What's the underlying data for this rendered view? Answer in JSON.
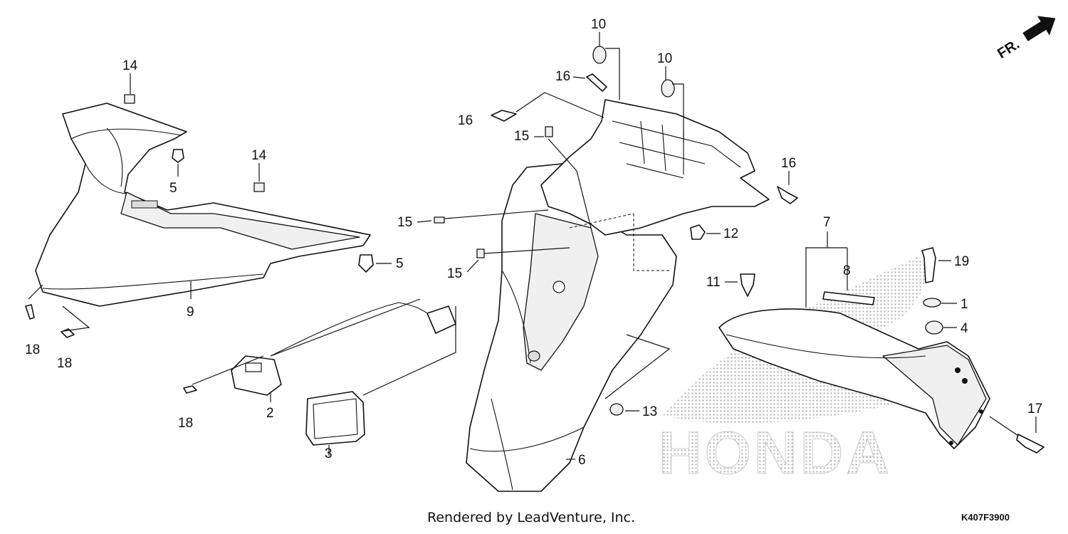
{
  "diagram": {
    "orientation_label": "FR.",
    "watermark": "HONDA",
    "footer_credit": "Rendered by LeadVenture, Inc.",
    "figure_code": "K407F3900",
    "parts": [
      {
        "id": "p9",
        "label": "9",
        "name": "rear-cowl"
      },
      {
        "id": "p6",
        "label": "6",
        "name": "rear-fender"
      },
      {
        "id": "p7",
        "label": "7",
        "name": "rear-inner-fender"
      },
      {
        "id": "p8",
        "label": "8",
        "name": "fender-seal"
      },
      {
        "id": "p2",
        "label": "2",
        "name": "license-light"
      },
      {
        "id": "p3",
        "label": "3",
        "name": "reflector"
      },
      {
        "id": "p1",
        "label": "1",
        "name": "washer"
      },
      {
        "id": "p4",
        "label": "4",
        "name": "rubber-mount"
      },
      {
        "id": "p5",
        "label": "5",
        "name": "nut"
      },
      {
        "id": "p11",
        "label": "11",
        "name": "trim-clip"
      },
      {
        "id": "p12",
        "label": "12",
        "name": "clip"
      },
      {
        "id": "p13",
        "label": "13",
        "name": "nut"
      },
      {
        "id": "p14",
        "label": "14",
        "name": "clip-nut"
      },
      {
        "id": "p15",
        "label": "15",
        "name": "clip-nut"
      },
      {
        "id": "p10",
        "label": "10",
        "name": "rubber-grommet"
      },
      {
        "id": "p16",
        "label": "16",
        "name": "bolt"
      },
      {
        "id": "p17",
        "label": "17",
        "name": "bolt"
      },
      {
        "id": "p18",
        "label": "18",
        "name": "screw"
      },
      {
        "id": "p19",
        "label": "19",
        "name": "bolt"
      }
    ]
  }
}
